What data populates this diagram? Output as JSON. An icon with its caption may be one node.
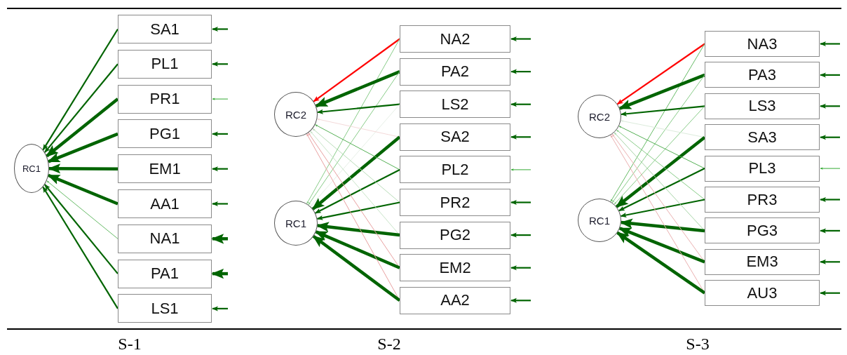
{
  "diagram": {
    "nodes": [
      {
        "text": [
          "RC1"
        ]
      },
      {
        "text": [
          "SA1"
        ]
      },
      {
        "text": [
          "PL1"
        ]
      },
      {
        "text": [
          "PR1"
        ]
      },
      {
        "text": [
          "PG1"
        ]
      },
      {
        "text": [
          "EM1"
        ]
      },
      {
        "text": [
          "AA1"
        ]
      },
      {
        "text": [
          "NA1"
        ]
      },
      {
        "text": [
          "PA1"
        ]
      },
      {
        "text": [
          "LS1"
        ]
      },
      {
        "text": [
          "RC2"
        ]
      },
      {
        "text": [
          "RC1"
        ]
      },
      {
        "text": [
          "NA2"
        ]
      },
      {
        "text": [
          "PA2"
        ]
      },
      {
        "text": [
          "LS2"
        ]
      },
      {
        "text": [
          "SA2"
        ]
      },
      {
        "text": [
          "PL2"
        ]
      },
      {
        "text": [
          "PR2"
        ]
      },
      {
        "text": [
          "PG2"
        ]
      },
      {
        "text": [
          "EM2"
        ]
      },
      {
        "text": [
          "AA2"
        ]
      },
      {
        "text": [
          "RC2"
        ]
      },
      {
        "text": [
          "RC1"
        ]
      },
      {
        "text": [
          "NA3"
        ]
      },
      {
        "text": [
          "PA3"
        ]
      },
      {
        "text": [
          "LS3"
        ]
      },
      {
        "text": [
          "SA3"
        ]
      },
      {
        "text": [
          "PL3"
        ]
      },
      {
        "text": [
          "PR3"
        ]
      },
      {
        "text": [
          "PG3"
        ]
      },
      {
        "text": [
          "EM3"
        ]
      },
      {
        "text": [
          "AU3"
        ]
      }
    ],
    "edges": [
      {
        "from": 1,
        "to": 0,
        "arrow": "to"
      },
      {
        "from": 2,
        "to": 0,
        "arrow": "to"
      },
      {
        "from": 3,
        "to": 0,
        "arrow": "to",
        "style": "thick"
      },
      {
        "from": 4,
        "to": 0,
        "arrow": "to",
        "style": "thick"
      },
      {
        "from": 5,
        "to": 0,
        "arrow": "to",
        "style": "thick"
      },
      {
        "from": 6,
        "to": 0,
        "arrow": "to",
        "style": "thick"
      },
      {
        "from": 7,
        "to": 0,
        "arrow": "to",
        "color": "#66bb66"
      },
      {
        "from": 8,
        "to": 0,
        "arrow": "to"
      },
      {
        "from": 9,
        "to": 0,
        "arrow": "to"
      },
      {
        "from": null,
        "to": 1,
        "arrow": "to"
      },
      {
        "from": null,
        "to": 2,
        "arrow": "to"
      },
      {
        "from": null,
        "to": 3,
        "arrow": "to",
        "color": "#33aa33"
      },
      {
        "from": null,
        "to": 4,
        "arrow": "to"
      },
      {
        "from": null,
        "to": 5,
        "arrow": "to"
      },
      {
        "from": null,
        "to": 6,
        "arrow": "to"
      },
      {
        "from": null,
        "to": 7,
        "arrow": "to",
        "style": "thick"
      },
      {
        "from": null,
        "to": 8,
        "arrow": "to",
        "style": "thick"
      },
      {
        "from": null,
        "to": 9,
        "arrow": "to"
      },
      {
        "from": 12,
        "to": 10,
        "arrow": "to",
        "color": "#ff0000"
      },
      {
        "from": 12,
        "to": 11,
        "arrow": "to",
        "color": "#88cc88"
      },
      {
        "from": 13,
        "to": 10,
        "arrow": "to",
        "style": "thick"
      },
      {
        "from": 13,
        "to": 11,
        "arrow": "to",
        "color": "#88cc88"
      },
      {
        "from": 14,
        "to": 10,
        "arrow": "to"
      },
      {
        "from": 14,
        "to": 11,
        "arrow": "to",
        "color": "#e6efe6"
      },
      {
        "from": 15,
        "to": 10,
        "arrow": "to",
        "color": "#f4dada"
      },
      {
        "from": 15,
        "to": 11,
        "arrow": "to",
        "style": "thick"
      },
      {
        "from": 16,
        "to": 10,
        "arrow": "to",
        "color": "#55b055"
      },
      {
        "from": 16,
        "to": 11,
        "arrow": "to"
      },
      {
        "from": 17,
        "to": 10,
        "arrow": "to",
        "color": "#b8dcb8"
      },
      {
        "from": 17,
        "to": 11,
        "arrow": "to"
      },
      {
        "from": 18,
        "to": 10,
        "arrow": "to",
        "color": "#c8e4c8"
      },
      {
        "from": 18,
        "to": 11,
        "arrow": "to",
        "style": "thick"
      },
      {
        "from": 19,
        "to": 10,
        "arrow": "to",
        "color": "#e8a0a0"
      },
      {
        "from": 19,
        "to": 11,
        "arrow": "to",
        "style": "thick"
      },
      {
        "from": 20,
        "to": 10,
        "arrow": "to",
        "color": "#e8a0a0"
      },
      {
        "from": 20,
        "to": 11,
        "arrow": "to",
        "style": "thick"
      },
      {
        "from": null,
        "to": 12,
        "arrow": "to"
      },
      {
        "from": null,
        "to": 13,
        "arrow": "to"
      },
      {
        "from": null,
        "to": 14,
        "arrow": "to"
      },
      {
        "from": null,
        "to": 15,
        "arrow": "to"
      },
      {
        "from": null,
        "to": 16,
        "arrow": "to",
        "color": "#33aa33"
      },
      {
        "from": null,
        "to": 17,
        "arrow": "to"
      },
      {
        "from": null,
        "to": 18,
        "arrow": "to"
      },
      {
        "from": null,
        "to": 19,
        "arrow": "to"
      },
      {
        "from": null,
        "to": 20,
        "arrow": "to"
      },
      {
        "from": 23,
        "to": 21,
        "arrow": "to",
        "color": "#ff0000"
      },
      {
        "from": 23,
        "to": 22,
        "arrow": "to",
        "color": "#66bb66"
      },
      {
        "from": 24,
        "to": 21,
        "arrow": "to",
        "style": "thick"
      },
      {
        "from": 24,
        "to": 22,
        "arrow": "to",
        "color": "#88cc88"
      },
      {
        "from": 25,
        "to": 21,
        "arrow": "to"
      },
      {
        "from": 25,
        "to": 22,
        "arrow": "to",
        "color": "#88cc88"
      },
      {
        "from": 26,
        "to": 21,
        "arrow": "to",
        "color": "#dcecdc"
      },
      {
        "from": 26,
        "to": 22,
        "arrow": "to",
        "style": "thick"
      },
      {
        "from": 27,
        "to": 21,
        "arrow": "to",
        "color": "#55b055"
      },
      {
        "from": 27,
        "to": 22,
        "arrow": "to"
      },
      {
        "from": 28,
        "to": 21,
        "arrow": "to",
        "color": "#88cc88"
      },
      {
        "from": 28,
        "to": 22,
        "arrow": "to"
      },
      {
        "from": 29,
        "to": 21,
        "arrow": "to",
        "color": "#a8d4a8"
      },
      {
        "from": 29,
        "to": 22,
        "arrow": "to",
        "style": "thick"
      },
      {
        "from": 30,
        "to": 21,
        "arrow": "to",
        "color": "#eab0b0"
      },
      {
        "from": 30,
        "to": 22,
        "arrow": "to",
        "style": "thick"
      },
      {
        "from": 31,
        "to": 21,
        "arrow": "to",
        "color": "#eab0b0"
      },
      {
        "from": 31,
        "to": 22,
        "arrow": "to",
        "style": "thick"
      },
      {
        "from": null,
        "to": 23,
        "arrow": "to"
      },
      {
        "from": null,
        "to": 24,
        "arrow": "to"
      },
      {
        "from": null,
        "to": 25,
        "arrow": "to"
      },
      {
        "from": null,
        "to": 26,
        "arrow": "to"
      },
      {
        "from": null,
        "to": 27,
        "arrow": "to",
        "color": "#33aa33"
      },
      {
        "from": null,
        "to": 28,
        "arrow": "to"
      },
      {
        "from": null,
        "to": 29,
        "arrow": "to"
      },
      {
        "from": null,
        "to": 30,
        "arrow": "to"
      },
      {
        "from": null,
        "to": 31,
        "arrow": "to"
      }
    ],
    "labels": [
      "S-1",
      "S-2",
      "S-3"
    ]
  }
}
